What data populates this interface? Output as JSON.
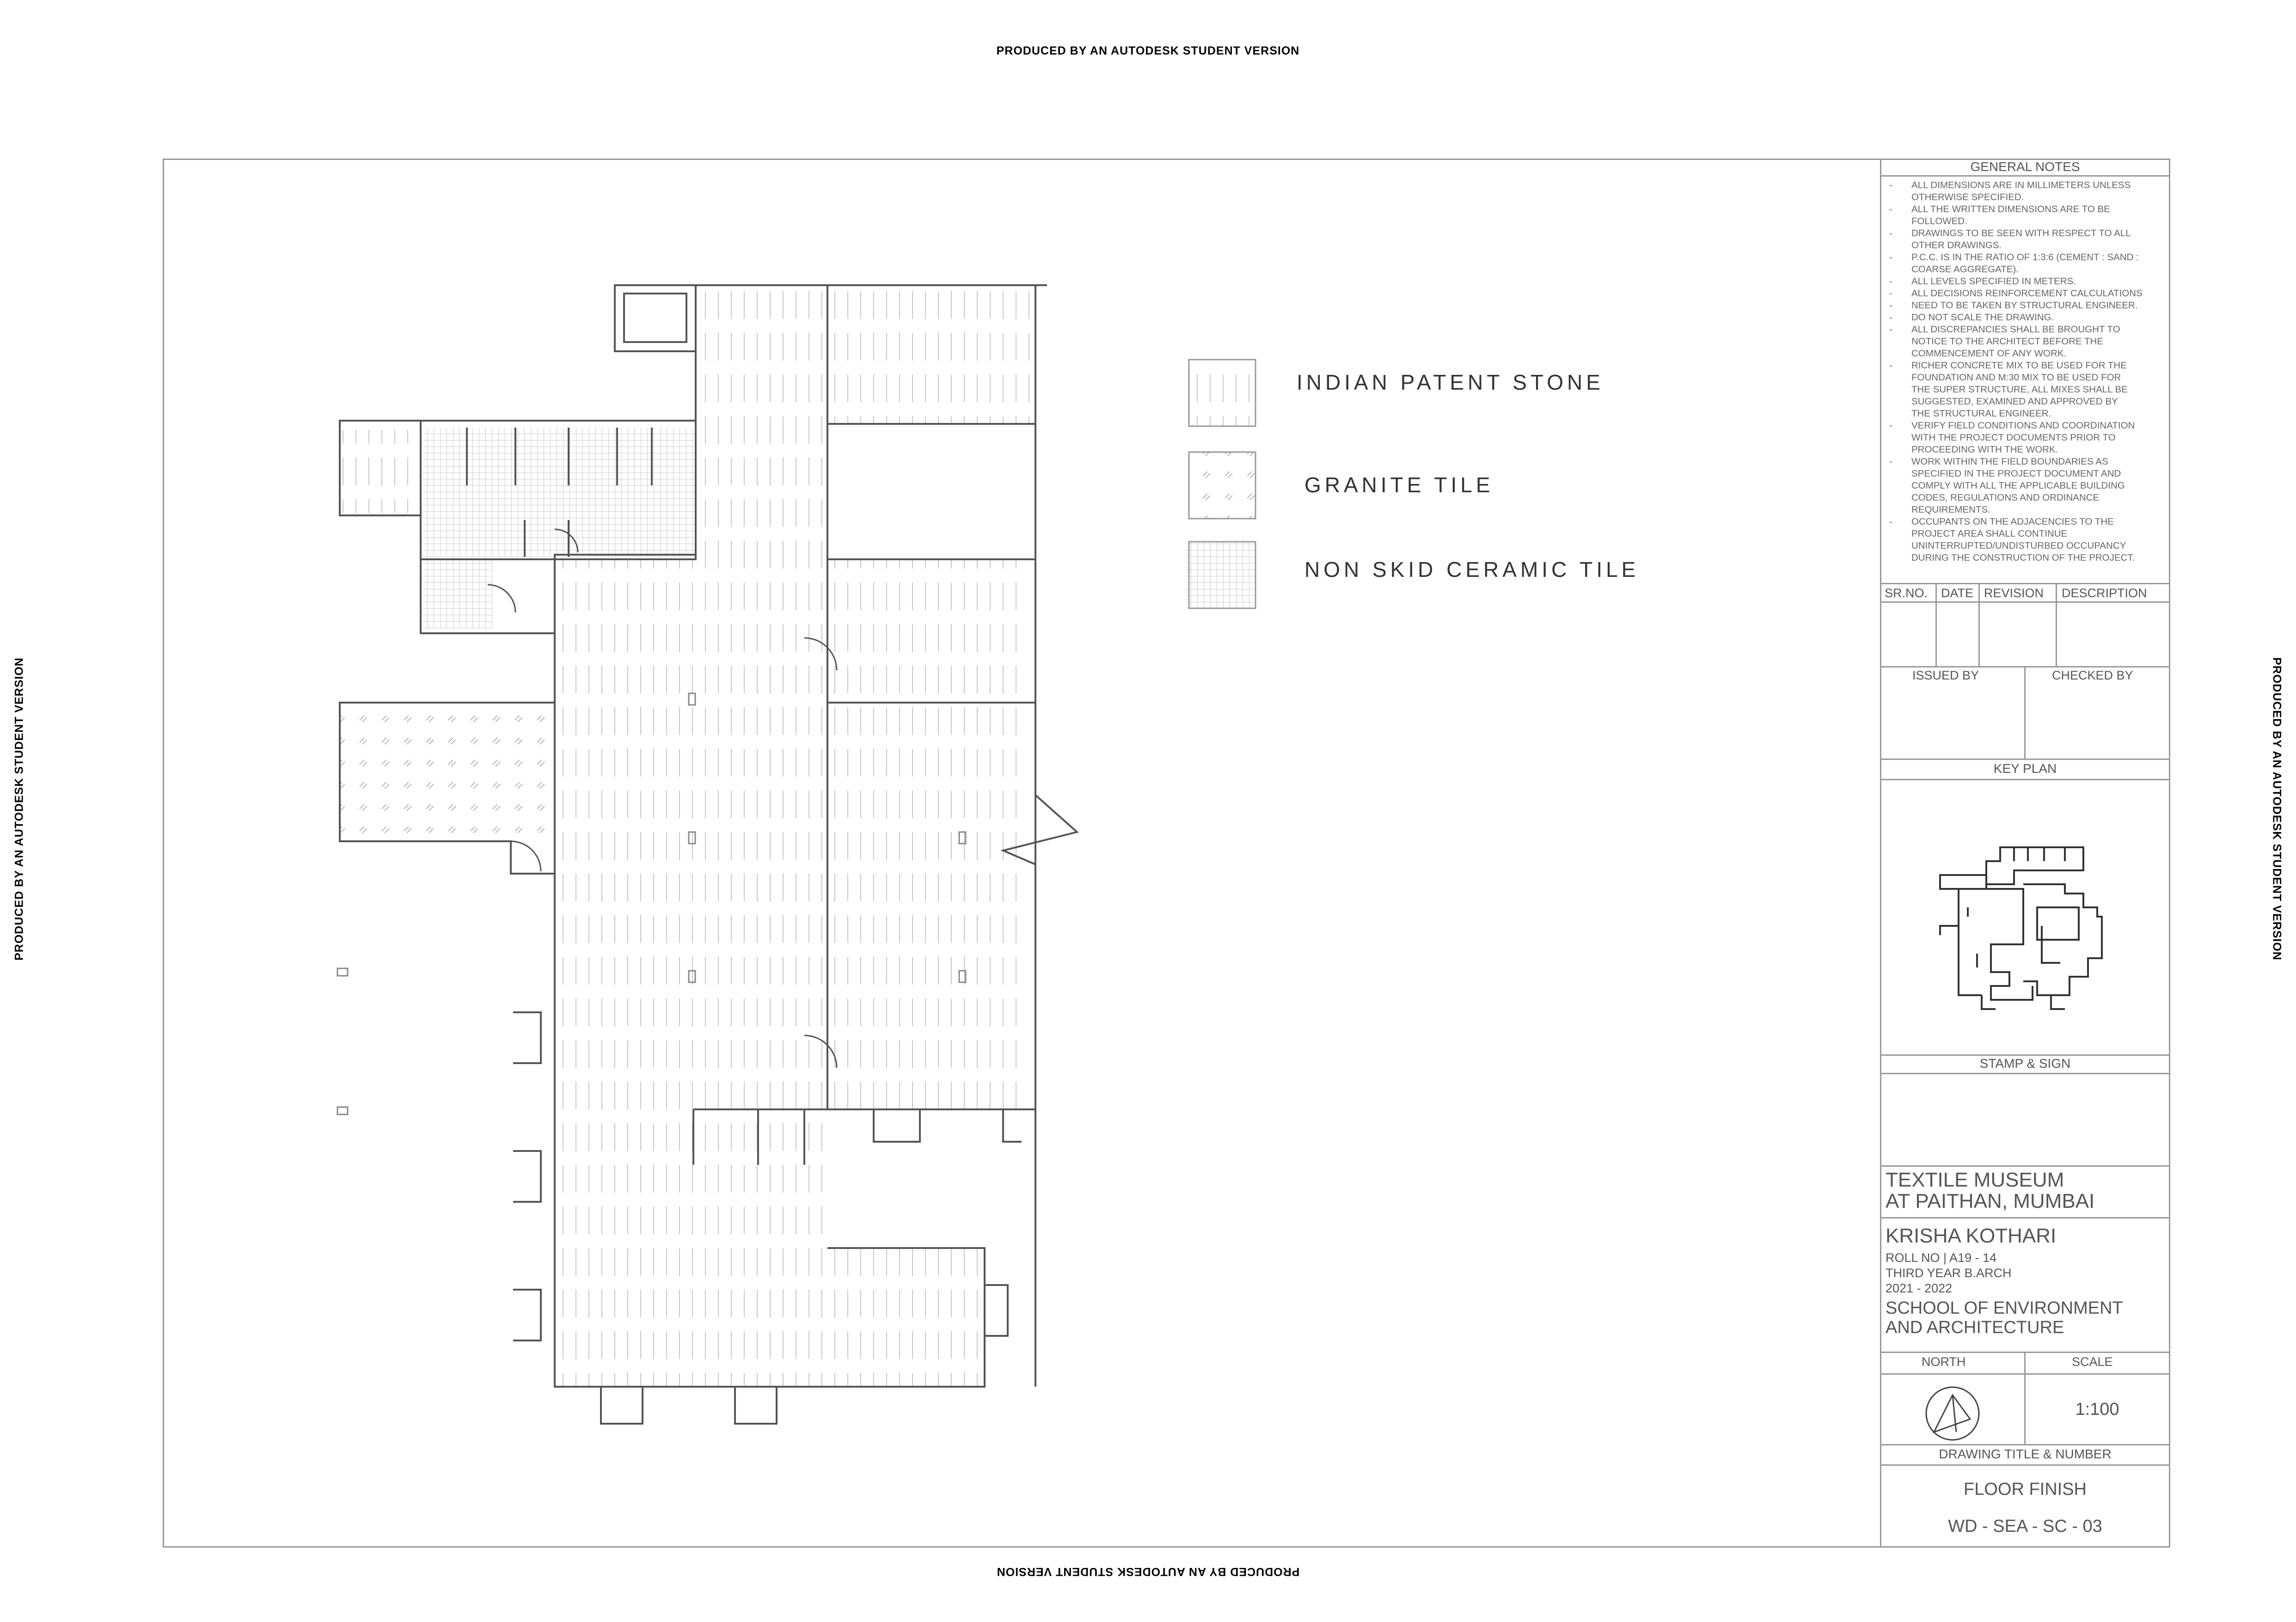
{
  "watermark": "PRODUCED BY AN AUTODESK STUDENT VERSION",
  "legend": [
    {
      "label": "INDIAN PATENT STONE",
      "pattern": "vertical-lines"
    },
    {
      "label": "GRANITE TILE",
      "pattern": "diagonal-dashes"
    },
    {
      "label": "NON SKID CERAMIC TILE",
      "pattern": "grid"
    }
  ],
  "general_notes": {
    "title": "GENERAL NOTES",
    "items": [
      [
        "ALL DIMENSIONS ARE IN MILLIMETERS UNLESS",
        "OTHERWISE SPECIFIED."
      ],
      [
        "ALL THE WRITTEN DIMENSIONS ARE TO BE",
        "FOLLOWED."
      ],
      [
        "DRAWINGS TO BE SEEN WITH RESPECT TO ALL",
        "OTHER DRAWINGS."
      ],
      [
        "P.C.C. IS IN THE RATIO OF 1:3:6 (CEMENT : SAND :",
        "COARSE AGGREGATE)."
      ],
      [
        "ALL LEVELS SPECIFIED IN METERS."
      ],
      [
        "ALL DECISIONS REINFORCEMENT CALCULATIONS"
      ],
      [
        "NEED TO BE TAKEN BY STRUCTURAL ENGINEER."
      ],
      [
        "DO NOT SCALE THE DRAWING."
      ],
      [
        "ALL DISCREPANCIES SHALL BE BROUGHT TO",
        "NOTICE TO THE ARCHITECT BEFORE THE",
        "COMMENCEMENT OF ANY WORK."
      ],
      [
        "RICHER CONCRETE MIX TO BE USED FOR THE",
        "FOUNDATION AND M:30 MIX TO BE USED FOR",
        "THE SUPER STRUCTURE, ALL MIXES SHALL BE",
        "SUGGESTED, EXAMINED AND APPROVED BY",
        "THE STRUCTURAL ENGINEER."
      ],
      [
        " VERIFY FIELD CONDITIONS AND COORDINATION",
        "WITH THE PROJECT DOCUMENTS PRIOR TO",
        "PROCEEDING WITH THE WORK."
      ],
      [
        "WORK WITHIN THE FIELD BOUNDARIES AS",
        "SPECIFIED IN THE PROJECT DOCUMENT  AND",
        "COMPLY WITH ALL THE APPLICABLE BUILDING",
        "CODES, REGULATIONS AND ORDINANCE",
        "REQUIREMENTS."
      ],
      [
        "OCCUPANTS ON THE ADJACENCIES TO THE",
        "PROJECT AREA SHALL CONTINUE",
        "UNINTERRUPTED/UNDISTURBED OCCUPANCY",
        "DURING THE CONSTRUCTION OF THE PROJECT."
      ]
    ]
  },
  "revision_table": {
    "headers": [
      "SR.NO.",
      "DATE",
      "REVISION",
      "DESCRIPTION"
    ]
  },
  "issued_by": "ISSUED BY",
  "checked_by": "CHECKED BY",
  "key_plan": "KEY PLAN",
  "stamp_sign": "STAMP & SIGN",
  "project": {
    "title_line1": "TEXTILE MUSEUM",
    "title_line2": "AT PAITHAN, MUMBAI"
  },
  "student": {
    "name": "KRISHA KOTHARI",
    "roll": "ROLL NO | A19 - 14",
    "year": "THIRD YEAR B.ARCH",
    "session": "2021 - 2022",
    "school_line1": "SCHOOL OF ENVIRONMENT",
    "school_line2": "AND ARCHITECTURE"
  },
  "north_label": "NORTH",
  "scale_label": "SCALE",
  "scale_value": "1:100",
  "drawing_title_label": "DRAWING TITLE & NUMBER",
  "drawing_title": "FLOOR FINISH",
  "drawing_number": "WD - SEA - SC - 03"
}
